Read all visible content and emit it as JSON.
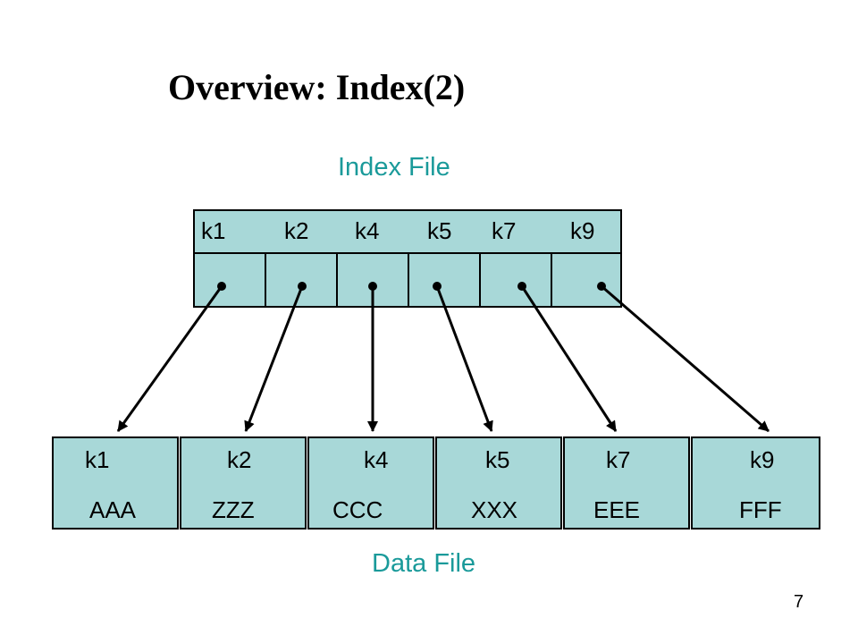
{
  "title": "Overview: Index(2)",
  "index_caption": "Index File",
  "data_caption": "Data File",
  "page_number": "7",
  "index_keys": [
    "k1",
    "k2",
    "k4",
    "k5",
    "k7",
    "k9"
  ],
  "data_records": [
    {
      "key": "k1",
      "value": "AAA"
    },
    {
      "key": "k2",
      "value": "ZZZ"
    },
    {
      "key": "k4",
      "value": "CCC"
    },
    {
      "key": "k5",
      "value": "XXX"
    },
    {
      "key": "k7",
      "value": "EEE"
    },
    {
      "key": "k9",
      "value": "FFF"
    }
  ],
  "colors": {
    "cell_fill": "#a8d8d8",
    "caption": "#1a9a9a",
    "line": "#000000"
  }
}
